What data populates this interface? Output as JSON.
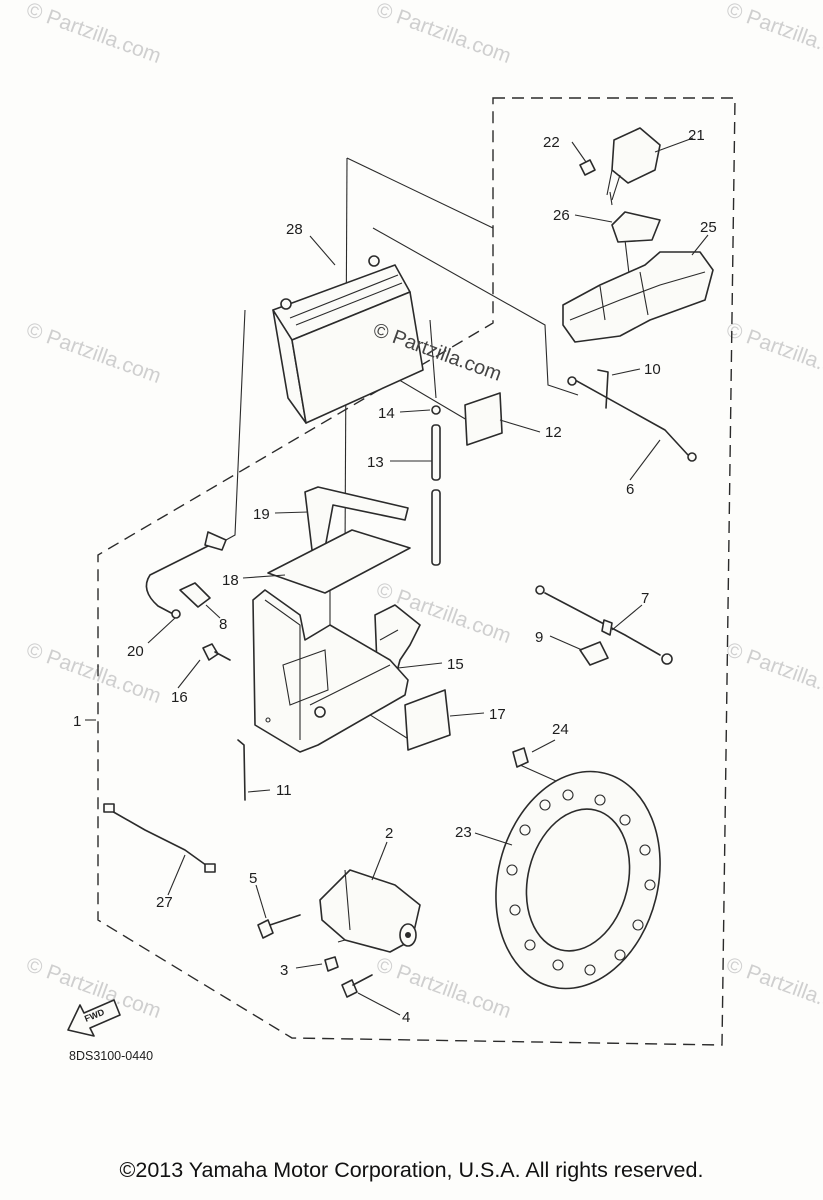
{
  "diagram": {
    "code": "8DS3100-0440",
    "fwd_label": "FWD",
    "watermark": "© Partzilla.com",
    "callouts": [
      "1",
      "2",
      "3",
      "4",
      "5",
      "6",
      "7",
      "8",
      "9",
      "10",
      "11",
      "12",
      "13",
      "14",
      "15",
      "16",
      "17",
      "18",
      "19",
      "20",
      "21",
      "22",
      "23",
      "24",
      "25",
      "26",
      "27",
      "28"
    ]
  },
  "copyright": "©2013  Yamaha Motor Corporation, U.S.A. All rights reserved."
}
